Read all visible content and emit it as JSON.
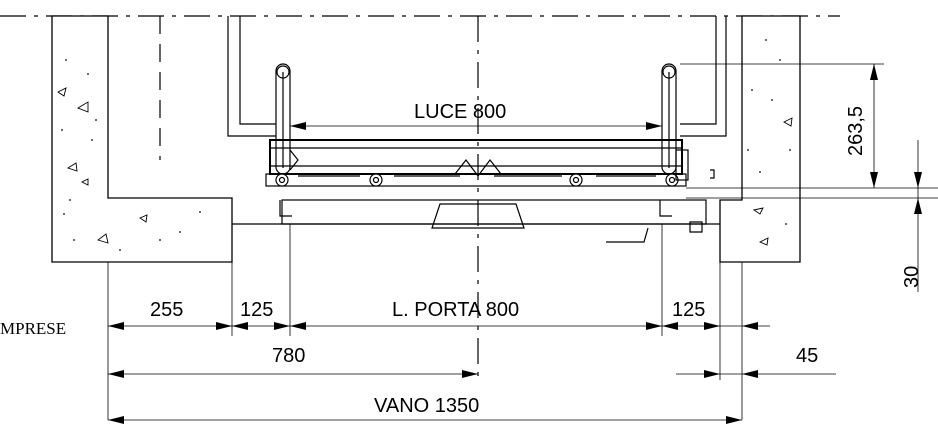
{
  "labels": {
    "luce": "LUCE 800",
    "porta": "L. PORTA 800",
    "vano": "VANO 1350",
    "left_255": "255",
    "left_125": "125",
    "right_125": "125",
    "d780": "780",
    "d45": "45",
    "h263": "263,5",
    "h30": "30",
    "cut_text": "MPRESE"
  }
}
